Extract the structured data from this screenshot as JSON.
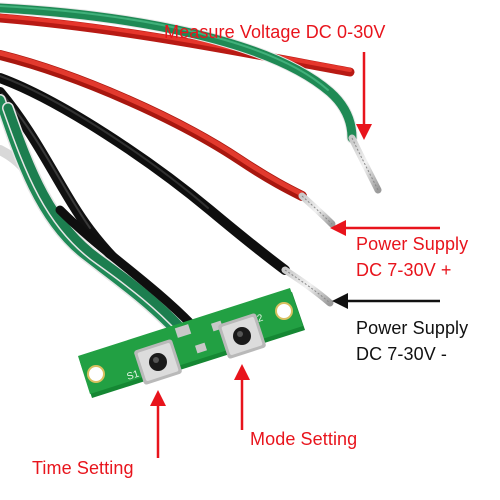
{
  "labels": {
    "measure_voltage": "Measure Voltage DC 0-30V",
    "power_plus_line1": "Power Supply",
    "power_plus_line2": "DC 7-30V +",
    "power_minus_line1": "Power Supply",
    "power_minus_line2": "DC 7-30V -",
    "mode_setting": "Mode Setting",
    "time_setting": "Time Setting"
  },
  "silkscreen": {
    "left_button": "S1",
    "right_button": "S2"
  },
  "colors": {
    "annotation_red": "#e8141c",
    "annotation_black": "#111111",
    "wire_red": "#d8261e",
    "wire_green": "#1f8f5a",
    "wire_black": "#1a1a1a",
    "wire_white": "#ededed",
    "pcb_green": "#1f9a3c"
  }
}
